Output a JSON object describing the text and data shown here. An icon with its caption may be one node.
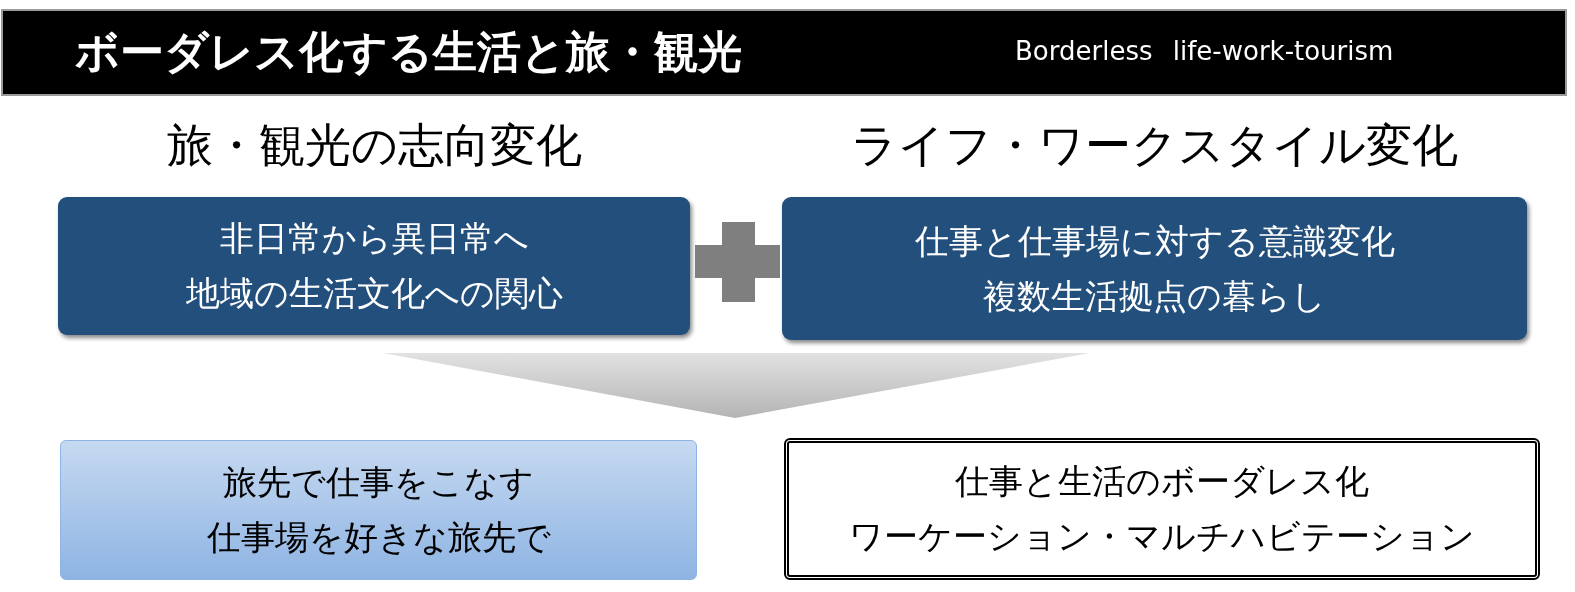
{
  "diagram": {
    "title": "ボーダレス化する生活と旅・観光",
    "nodes": [
      {
        "text": [
          "旅・観光の志向変化",
          "非日常から異日常へ",
          "地域の生活文化への関心"
        ]
      },
      {
        "text": [
          "ライフ・ワークスタイル変化",
          "仕事と仕事場に対する意識変化",
          "複数生活拠点の暮らし"
        ]
      },
      {
        "text": [
          "旅先で仕事をこなす",
          "仕事場を好きな旅先で"
        ]
      },
      {
        "text": [
          "仕事と生活のボーダレス化",
          "ワーケーション・マルチハビテーション"
        ]
      }
    ],
    "labels": [
      "Borderless life-work-tourism"
    ]
  }
}
